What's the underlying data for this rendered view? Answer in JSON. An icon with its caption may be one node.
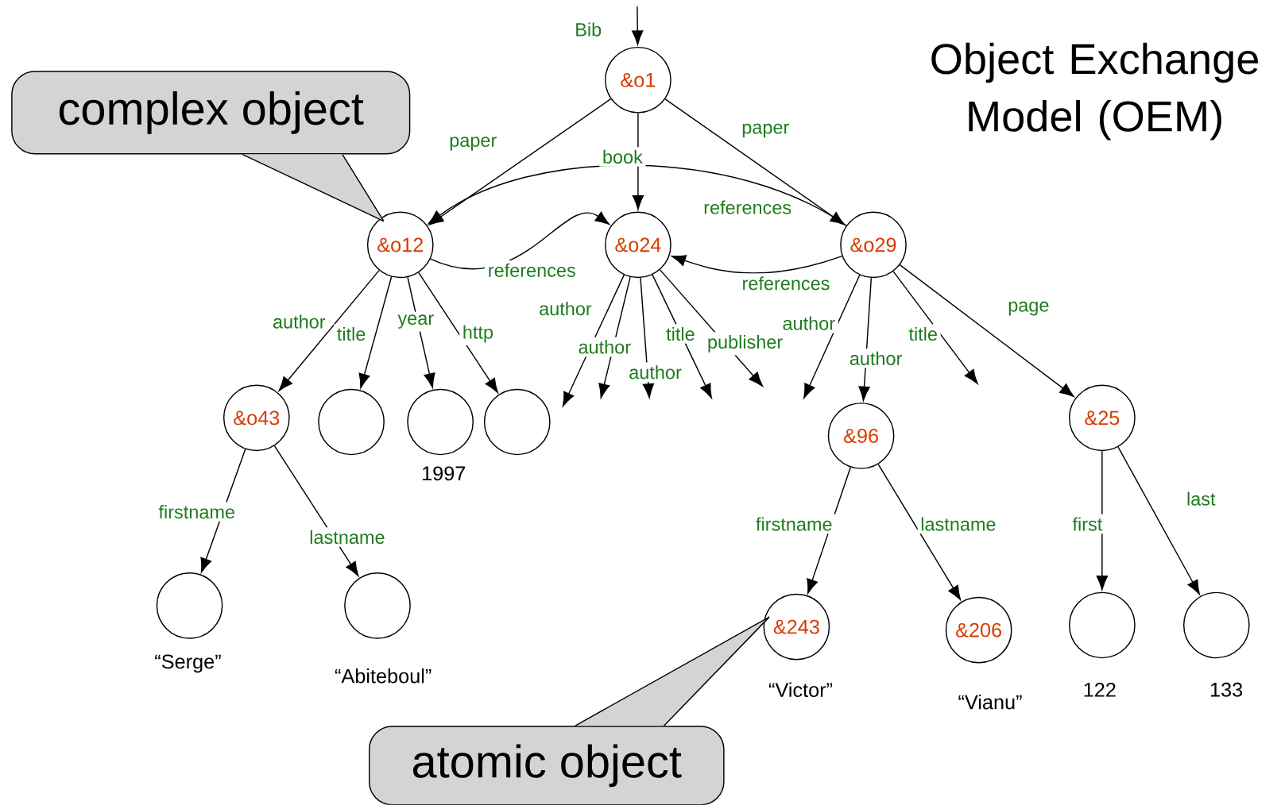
{
  "diagram": {
    "title": "Object Exchange Model (OEM)",
    "nodes": [
      {
        "text": [
          "&o1"
        ]
      },
      {
        "text": [
          "&o12"
        ]
      },
      {
        "text": [
          "&o24"
        ]
      },
      {
        "text": [
          "&o29"
        ]
      },
      {
        "text": [
          "&o43"
        ]
      },
      {
        "text": [],
        "shape": "circle"
      },
      {
        "text": [],
        "shape": "circle",
        "beside": [
          "1997"
        ]
      },
      {
        "text": [],
        "shape": "circle"
      },
      {
        "text": [
          "&96"
        ]
      },
      {
        "text": [
          "&25"
        ]
      },
      {
        "text": [],
        "shape": "circle",
        "beside": [
          "“Serge”"
        ]
      },
      {
        "text": [],
        "shape": "circle",
        "beside": [
          "“Abiteboul”"
        ]
      },
      {
        "text": [
          "&243"
        ],
        "beside": [
          "“Victor”"
        ]
      },
      {
        "text": [
          "&206"
        ],
        "beside": [
          "“Vianu”"
        ]
      },
      {
        "text": [],
        "shape": "circle",
        "beside": [
          "122"
        ]
      },
      {
        "text": [],
        "shape": "circle",
        "beside": [
          "133"
        ]
      },
      {
        "text": [
          "complex object"
        ]
      },
      {
        "text": [
          "atomic object"
        ]
      }
    ],
    "edges": [
      {
        "from": null,
        "to": 0,
        "arrow": "to",
        "label": "Bib"
      },
      {
        "from": 0,
        "to": 1,
        "arrow": "to",
        "label": "paper"
      },
      {
        "from": 0,
        "to": 2,
        "arrow": "to",
        "label": "book"
      },
      {
        "from": 0,
        "to": 3,
        "arrow": "to",
        "label": "paper"
      },
      {
        "from": 3,
        "to": 1,
        "arrow": "to",
        "label": "references"
      },
      {
        "from": 1,
        "to": 2,
        "arrow": "to",
        "label": "references"
      },
      {
        "from": 3,
        "to": 2,
        "arrow": "to",
        "label": "references"
      },
      {
        "from": 1,
        "to": 4,
        "arrow": "to",
        "label": "author"
      },
      {
        "from": 1,
        "to": 5,
        "arrow": "to",
        "label": "title"
      },
      {
        "from": 1,
        "to": 6,
        "arrow": "to",
        "label": "year"
      },
      {
        "from": 1,
        "to": 7,
        "arrow": "to",
        "label": "http"
      },
      {
        "from": 2,
        "to": null,
        "arrow": "to",
        "label": "author"
      },
      {
        "from": 2,
        "to": null,
        "arrow": "to",
        "label": "author"
      },
      {
        "from": 2,
        "to": null,
        "arrow": "to",
        "label": "author"
      },
      {
        "from": 2,
        "to": null,
        "arrow": "to",
        "label": "title"
      },
      {
        "from": 2,
        "to": null,
        "arrow": "to",
        "label": "publisher"
      },
      {
        "from": 3,
        "to": null,
        "arrow": "to",
        "label": "author"
      },
      {
        "from": 3,
        "to": 8,
        "arrow": "to",
        "label": "author"
      },
      {
        "from": 3,
        "to": null,
        "arrow": "to",
        "label": "title"
      },
      {
        "from": 3,
        "to": 9,
        "arrow": "to",
        "label": "page"
      },
      {
        "from": 4,
        "to": 10,
        "arrow": "to",
        "label": "firstname"
      },
      {
        "from": 4,
        "to": 11,
        "arrow": "to",
        "label": "lastname"
      },
      {
        "from": 8,
        "to": 12,
        "arrow": "to",
        "label": "firstname"
      },
      {
        "from": 8,
        "to": 13,
        "arrow": "to",
        "label": "lastname"
      },
      {
        "from": 9,
        "to": 14,
        "arrow": "to",
        "label": "first"
      },
      {
        "from": 9,
        "to": 15,
        "arrow": "to",
        "label": "last"
      },
      {
        "from": 16,
        "to": 1,
        "arrow": "none"
      },
      {
        "from": 17,
        "to": 12,
        "arrow": "none"
      }
    ]
  }
}
